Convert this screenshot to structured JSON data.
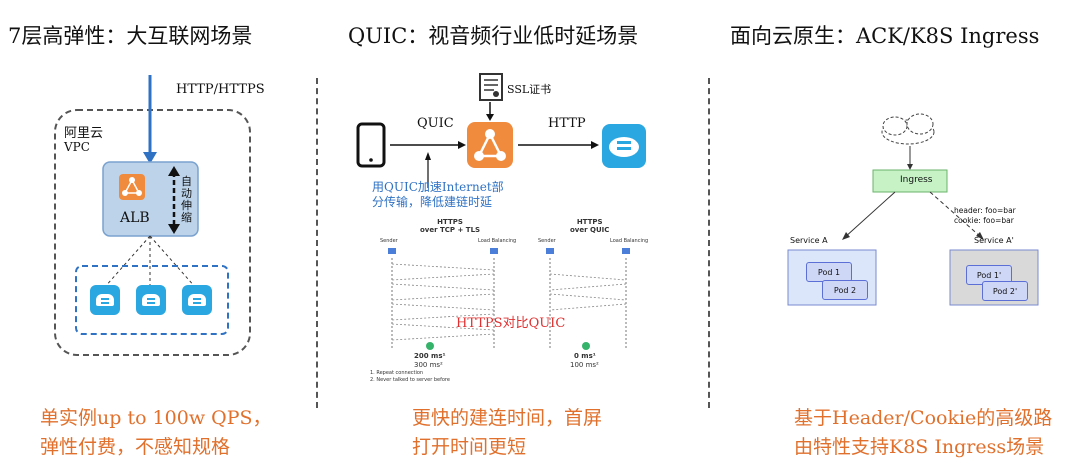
{
  "panels": [
    {
      "title": "7层高弹性：大互联网场景",
      "caption_lines": [
        "单实例up to 100w QPS，",
        "弹性付费，不感知规格"
      ]
    },
    {
      "title": "QUIC：视音频行业低时延场景",
      "caption_lines": [
        "更快的建连时间，首屏",
        "打开时间更短"
      ]
    },
    {
      "title": "面向云原生：ACK/K8S Ingress",
      "caption_lines": [
        "基于Header/Cookie的高级路",
        "由特性支持K8S Ingress场景"
      ]
    }
  ],
  "panel1": {
    "http_label": "HTTP/HTTPS",
    "vpc_label_1": "阿里云",
    "vpc_label_2": "VPC",
    "alb_label": "ALB",
    "autoscale_label": "自动伸缩"
  },
  "panel2": {
    "ssl_label": "SSL证书",
    "quic_label": "QUIC",
    "http_label": "HTTP",
    "note_lines": [
      "用QUIC加速Internet部",
      "分传输，降低建链时延"
    ],
    "left_diag_title": [
      "HTTPS",
      "over TCP + TLS"
    ],
    "right_diag_title": [
      "HTTPS",
      "over QUIC"
    ],
    "sender_label": "Sender",
    "lb_label": "Load Balancing",
    "compare_label": "HTTPS对比QUIC",
    "left_time_1": "200 ms¹",
    "left_time_2": "300 ms²",
    "right_time_1": "0 ms¹",
    "right_time_2": "100 ms²",
    "footnote_1": "1. Repeat connection",
    "footnote_2": "2. Never talked to server before"
  },
  "panel3": {
    "ingress_label": "Ingress",
    "service_a": "Service A",
    "service_a2": "Service A'",
    "header_line_1": "header: foo=bar",
    "header_line_2": "cookie: foo=bar",
    "pod_1": "Pod 1",
    "pod_2": "Pod 2",
    "pod_1b": "Pod 1'",
    "pod_2b": "Pod 2'"
  },
  "colors": {
    "caption": "#e0702c",
    "alb_box": "#bcd3ea",
    "arrow_blue": "#2f72c4",
    "ingress_green": "#c6f2c6",
    "service_gray": "#d9d9d9",
    "service_blue": "#dbe6fb"
  }
}
